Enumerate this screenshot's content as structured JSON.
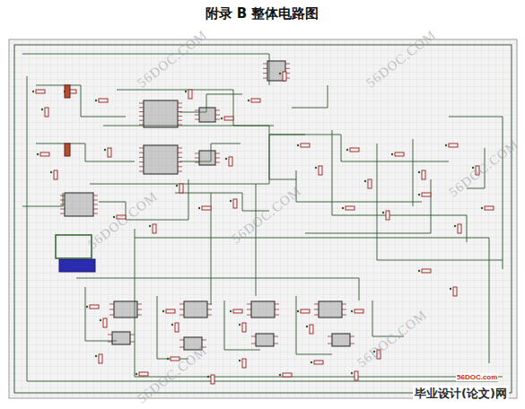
{
  "diagram": {
    "title": "附录 B    整体电路图",
    "labels": [
      "56DOC.COM",
      "56DOC.COM",
      "56DOC.COM",
      "56DOC.COM",
      "56DOC.COM",
      "56DOC.COM",
      "56DOC.COM",
      "56DOC.com",
      "毕业设计(论文)网"
    ]
  }
}
